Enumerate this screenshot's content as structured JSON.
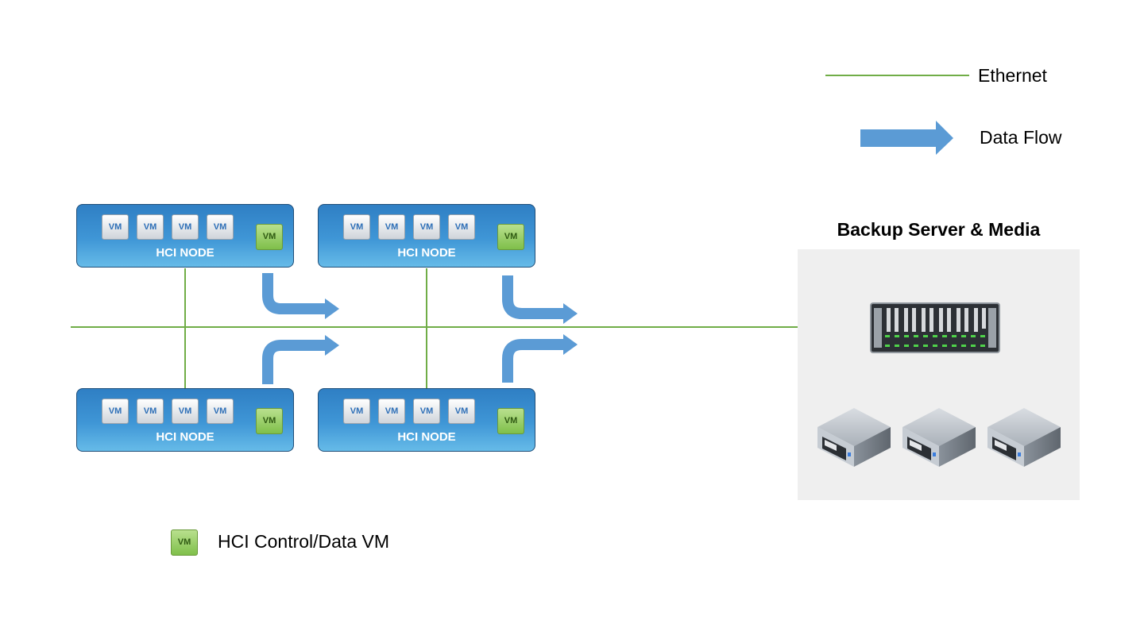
{
  "legend": {
    "ethernet_label": "Ethernet",
    "dataflow_label": "Data Flow",
    "control_vm_label": "HCI Control/Data VM",
    "control_vm_tag": "VM"
  },
  "nodes": [
    {
      "label": "HCI NODE",
      "vms": [
        "VM",
        "VM",
        "VM",
        "VM"
      ],
      "control_vm": "VM"
    },
    {
      "label": "HCI NODE",
      "vms": [
        "VM",
        "VM",
        "VM",
        "VM"
      ],
      "control_vm": "VM"
    },
    {
      "label": "HCI NODE",
      "vms": [
        "VM",
        "VM",
        "VM",
        "VM"
      ],
      "control_vm": "VM"
    },
    {
      "label": "HCI NODE",
      "vms": [
        "VM",
        "VM",
        "VM",
        "VM"
      ],
      "control_vm": "VM"
    }
  ],
  "backup": {
    "title": "Backup Server & Media",
    "devices": [
      "storage-array-icon",
      "server-icon",
      "server-icon",
      "server-icon"
    ]
  },
  "colors": {
    "ethernet": "#70ad47",
    "data_flow": "#5b9bd5",
    "node_fill": "#3f96d6",
    "control_vm": "#7fbf4a"
  }
}
